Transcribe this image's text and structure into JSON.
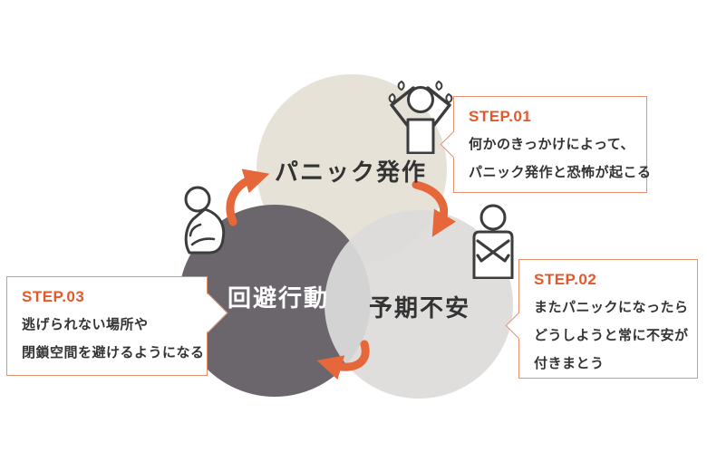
{
  "diagram_name": "panic-disorder-cycle",
  "circles": {
    "panic": {
      "label": "パニック発作",
      "color": "#e6e2d7",
      "text_color": "#333333"
    },
    "anticipation": {
      "label": "予期不安",
      "color": "#dddcda",
      "text_color": "#333333"
    },
    "avoidance": {
      "label": "回避行動",
      "color": "#6b666c",
      "text_color": "#ffffff"
    }
  },
  "steps": [
    {
      "label": "STEP.01",
      "lines": [
        "何かのきっかけによって、",
        "パニック発作と恐怖が起こる"
      ]
    },
    {
      "label": "STEP.02",
      "lines": [
        "またパニックになったら",
        "どうしようと常に不安が",
        "付きまとう"
      ]
    },
    {
      "label": "STEP.03",
      "lines": [
        "逃げられない場所や",
        "閉鎖空間を避けるようになる"
      ]
    }
  ],
  "icons": {
    "panic_person": "person-hands-on-head-sweating-icon",
    "anticipation_person": "person-arms-crossed-worried-icon",
    "avoidance_person": "person-sitting-hugging-knees-icon",
    "arrows": [
      "arrow-avoidance-to-panic",
      "arrow-panic-to-anticipation",
      "arrow-anticipation-to-avoidance"
    ]
  },
  "colors": {
    "accent_orange": "#e5673a",
    "step_label_orange": "#e5582c",
    "callout_border": "#e9906e",
    "circle_panic": "#e6e2d7",
    "circle_avoidance": "#6b666c",
    "circle_anticipation": "#dddcda",
    "text_dark": "#333333",
    "text_light": "#ffffff",
    "background": "#ffffff"
  }
}
